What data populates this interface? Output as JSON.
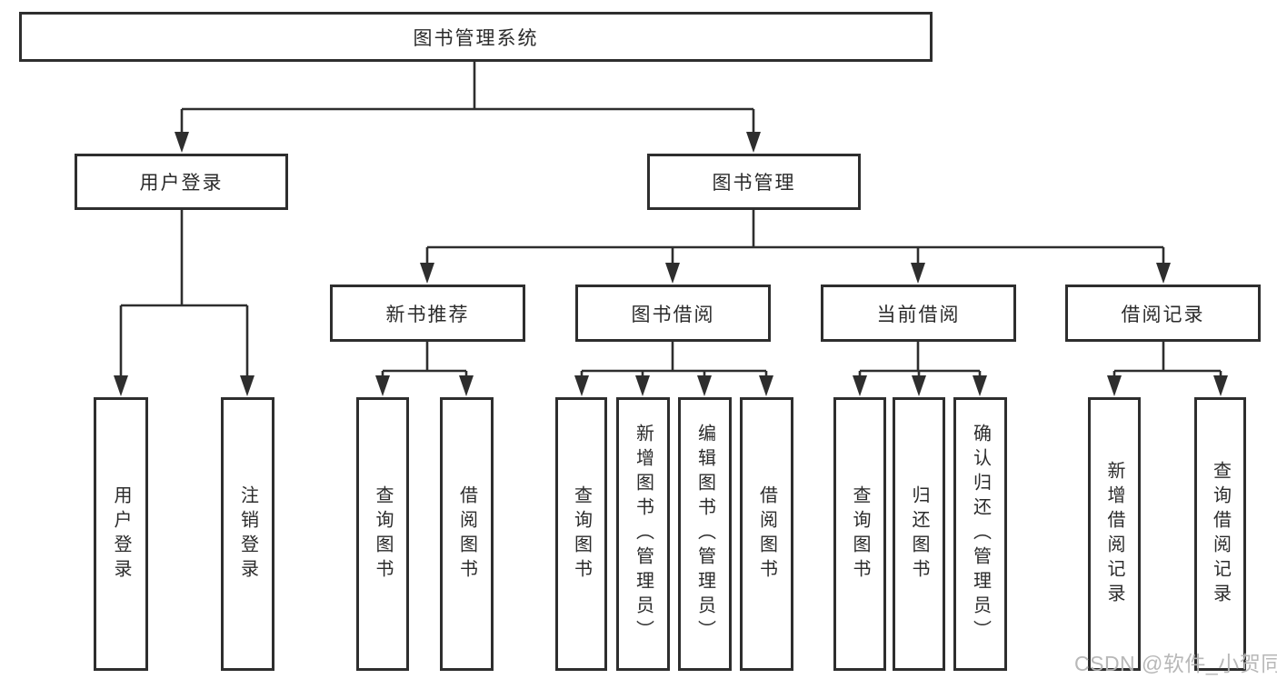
{
  "tree": {
    "root": {
      "label": "图书管理系统",
      "children": [
        {
          "label": "用户登录",
          "children": [
            {
              "label": "用户登录"
            },
            {
              "label": "注销登录"
            }
          ]
        },
        {
          "label": "图书管理",
          "children": [
            {
              "label": "新书推荐",
              "children": [
                {
                  "label": "查询图书"
                },
                {
                  "label": "借阅图书"
                }
              ]
            },
            {
              "label": "图书借阅",
              "children": [
                {
                  "label": "查询图书"
                },
                {
                  "label": "新增图书（管理员）"
                },
                {
                  "label": "编辑图书（管理员）"
                },
                {
                  "label": "借阅图书"
                }
              ]
            },
            {
              "label": "当前借阅",
              "children": [
                {
                  "label": "查询图书"
                },
                {
                  "label": "归还图书"
                },
                {
                  "label": "确认归还（管理员）"
                }
              ]
            },
            {
              "label": "借阅记录",
              "children": [
                {
                  "label": "新增借阅记录"
                },
                {
                  "label": "查询借阅记录"
                }
              ]
            }
          ]
        }
      ]
    }
  },
  "watermark": {
    "text": "CSDN @软件_小贺同学"
  },
  "colors": {
    "line": "#2e2e2e",
    "box_border": "#2e2e2e",
    "text": "#2b2b2b",
    "watermark": "#b5b5b5",
    "background": "#ffffff"
  }
}
